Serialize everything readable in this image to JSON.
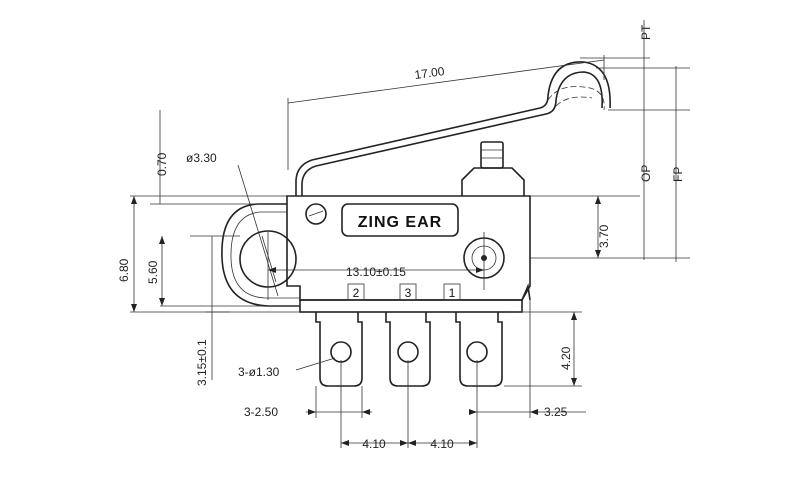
{
  "brand": "ZING EAR",
  "pins": [
    "2",
    "3",
    "1"
  ],
  "dimensions": {
    "lever_length": "17.00",
    "pt": "PT",
    "op": "OP",
    "fp": "FP",
    "hole_diameter": "ø3.30",
    "top_offset": "0.70",
    "overall_height": "6.80",
    "body_height": "5.60",
    "right_height": "3.70",
    "hole_pitch": "13.10±0.15",
    "terminal_offset": "3.15±0.1",
    "terminal_hole": "3-ø1.30",
    "terminal_height": "4.20",
    "terminal_width": "3-2.50",
    "right_margin": "3.25",
    "pitch_left": "4.10",
    "pitch_right": "4.10"
  }
}
